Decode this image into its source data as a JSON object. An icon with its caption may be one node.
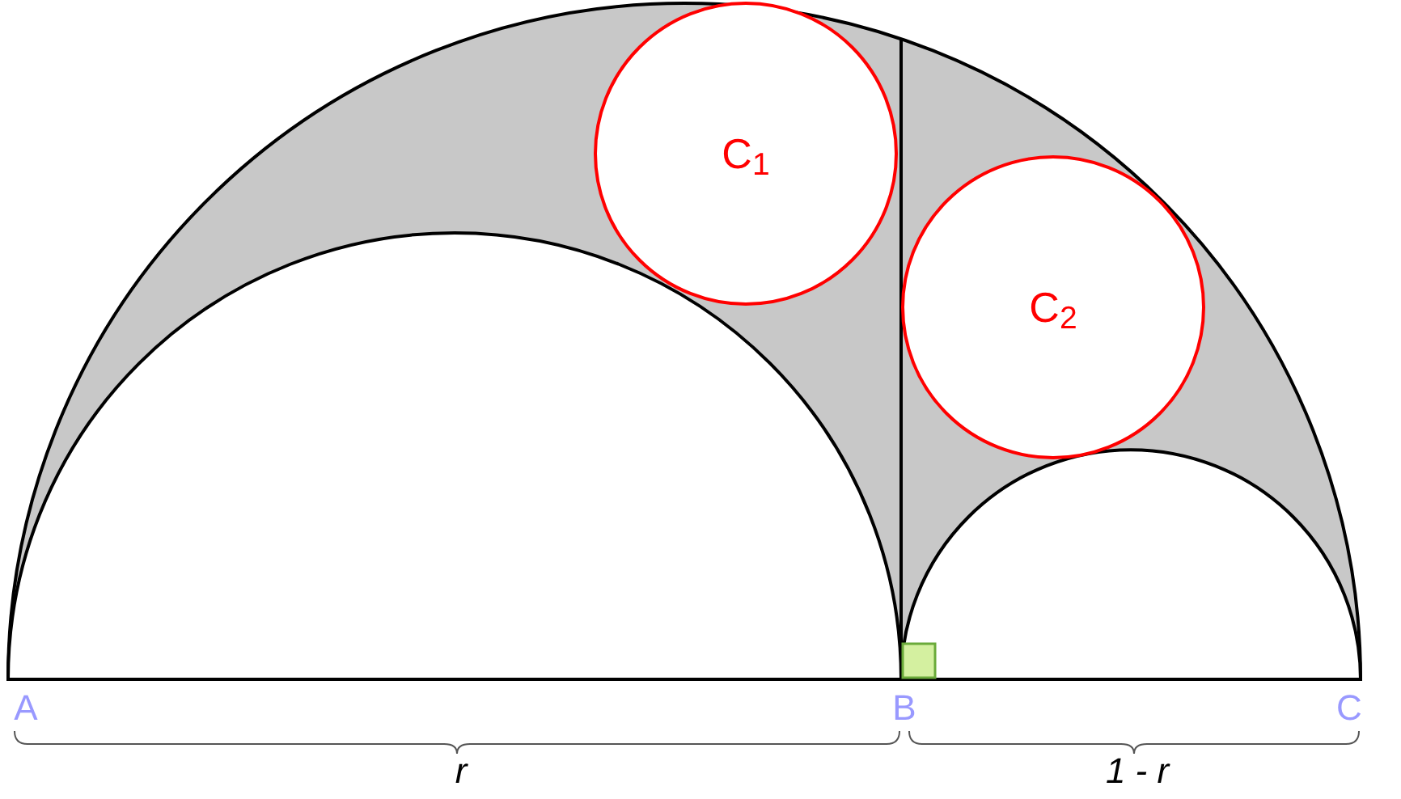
{
  "diagram": {
    "nodes": [
      {
        "text": [
          "C$_{1}$"
        ]
      },
      {
        "text": [
          "C$_{2}$"
        ]
      }
    ],
    "edges": [],
    "labels": [
      "A",
      "B",
      "C",
      "r",
      "1 - r"
    ]
  }
}
